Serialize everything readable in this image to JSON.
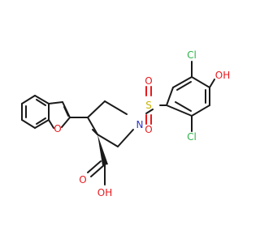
{
  "molecule": {
    "atoms": {
      "O_furan": {
        "text": "O",
        "color": "#e8191c"
      },
      "N": {
        "text": "N",
        "color": "#2c33c9"
      },
      "S": {
        "text": "S",
        "color": "#c8b400"
      },
      "O_s_up": {
        "text": "O",
        "color": "#e8191c"
      },
      "O_s_down": {
        "text": "O",
        "color": "#e8191c"
      },
      "Cl_top": {
        "text": "Cl",
        "color": "#2db34a"
      },
      "Cl_bottom": {
        "text": "Cl",
        "color": "#2db34a"
      },
      "OH_phenol": {
        "text": "OH",
        "color": "#e8191c"
      },
      "O_carbonyl": {
        "text": "O",
        "color": "#e8191c"
      },
      "OH_acid": {
        "text": "OH",
        "color": "#e8191c"
      }
    }
  }
}
